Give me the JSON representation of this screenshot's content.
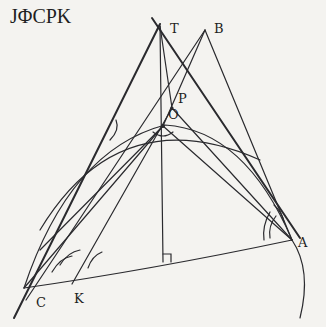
{
  "diagram": {
    "labels": [
      "JΦCPK",
      "T",
      "B",
      "P",
      "O",
      "C",
      "K",
      "A"
    ]
  }
}
